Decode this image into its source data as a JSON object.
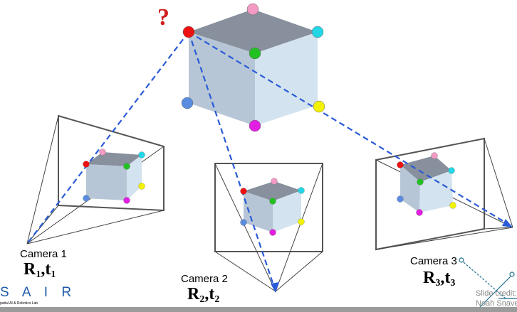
{
  "unknown_marker": "?",
  "cameras": [
    {
      "name": "Camera 1",
      "R": "R",
      "t": "t",
      "index": "1"
    },
    {
      "name": "Camera 2",
      "R": "R",
      "t": "t",
      "index": "2"
    },
    {
      "name": "Camera 3",
      "R": "R",
      "t": "t",
      "index": "3"
    }
  ],
  "logo": {
    "text": "S A I R",
    "subtitle": "patial AI & Robotics Lab"
  },
  "credit": {
    "line1": "Slide credit:",
    "line2": "Noah Snavely"
  },
  "colors": {
    "ray": "#2a5bd8",
    "corner_red": "#ee1111",
    "corner_pink": "#f29ac4",
    "corner_cyan": "#22d6e6",
    "corner_green": "#22c022",
    "corner_blue": "#5a8ce0",
    "corner_yellow": "#f2f200",
    "corner_magenta": "#e21ee2",
    "cube_top": "#87909c",
    "cube_left": "#b3c4d6",
    "cube_right": "#cfe0ec"
  }
}
